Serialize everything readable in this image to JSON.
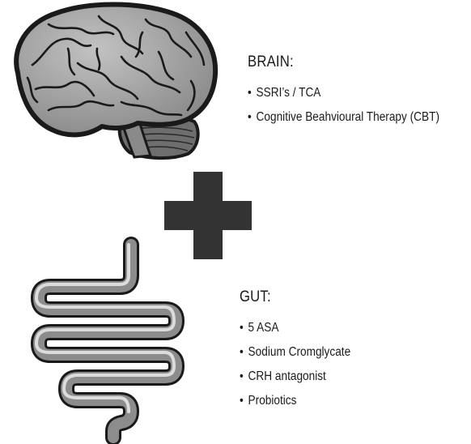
{
  "brain": {
    "heading": "BRAIN:",
    "items": [
      {
        "label": "SSRI’s / TCA"
      },
      {
        "label": "Cognitive Beahvioural Therapy (CBT)"
      }
    ]
  },
  "gut": {
    "heading": "GUT:",
    "items": [
      {
        "label": "5 ASA"
      },
      {
        "label": "Sodium Cromglycate"
      },
      {
        "label": "CRH antagonist"
      },
      {
        "label": "Probiotics"
      }
    ]
  },
  "icons": {
    "brain": "brain-icon",
    "plus": "plus-icon",
    "gut": "intestine-icon",
    "bullet": "•"
  },
  "colors": {
    "outline": "#1a1a1a",
    "brain_fill": "#a6a6a6",
    "plus_fill": "#333333",
    "gut_light": "#d0d0d0",
    "gut_dark": "#555555"
  }
}
